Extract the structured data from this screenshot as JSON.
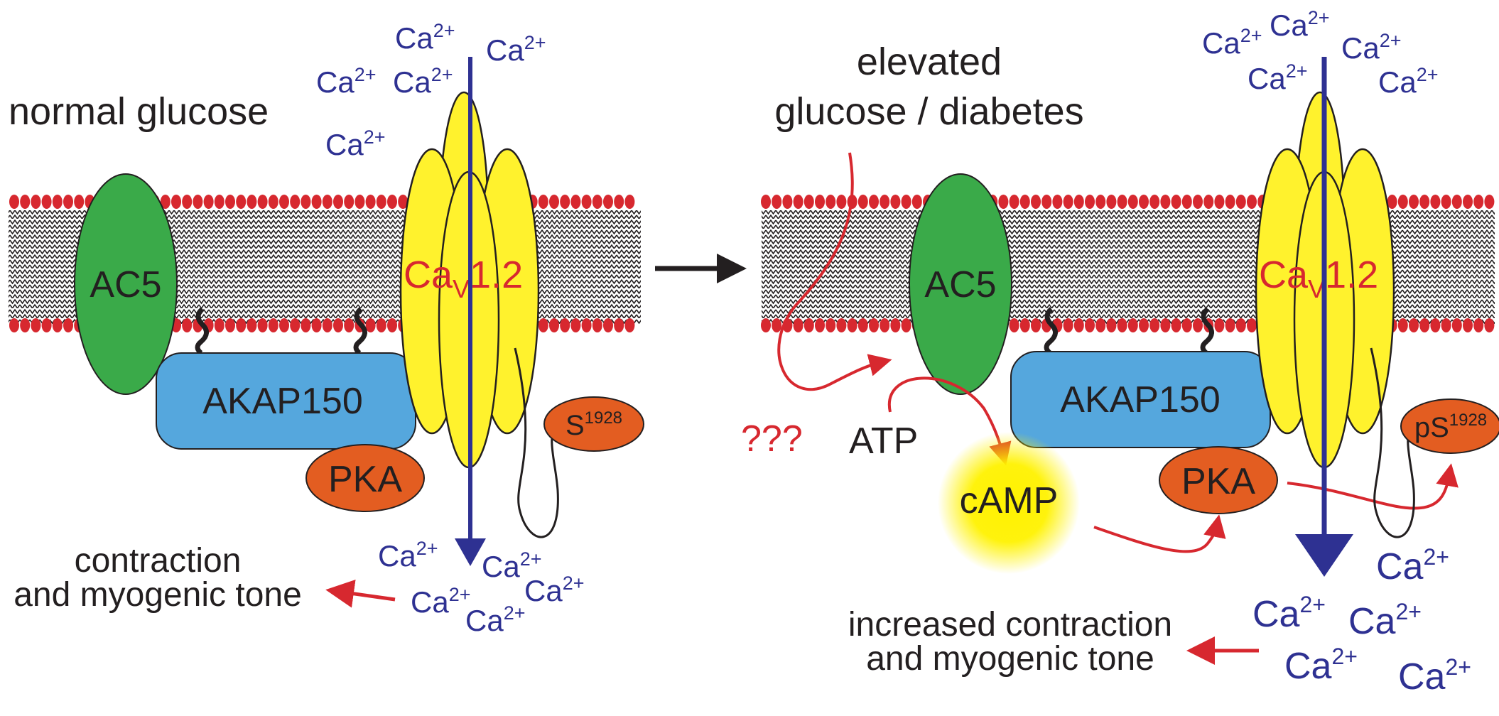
{
  "left_panel": {
    "condition_label": "normal glucose",
    "ac5_label": "AC5",
    "akap_label": "AKAP150",
    "pka_label": "PKA",
    "channel_label_main": "Ca",
    "channel_label_sub": "V",
    "channel_label_tail": "1.2",
    "site_label": "S",
    "site_sup": "1928",
    "outcome_line1": "contraction",
    "outcome_line2": "and myogenic tone"
  },
  "right_panel": {
    "condition_line1": "elevated",
    "condition_line2": "glucose / diabetes",
    "unknown_label": "???",
    "atp_label": "ATP",
    "camp_label": "cAMP",
    "ac5_label": "AC5",
    "akap_label": "AKAP150",
    "pka_label": "PKA",
    "channel_label_main": "Ca",
    "channel_label_sub": "V",
    "channel_label_tail": "1.2",
    "site_label": "pS",
    "site_sup": "1928",
    "outcome_line1": "increased contraction",
    "outcome_line2": "and myogenic tone"
  },
  "ion": {
    "base": "Ca",
    "charge": "2+"
  },
  "colors": {
    "membrane_head": "#d7282f",
    "channel": "#fff22d",
    "ac5": "#3aaa49",
    "akap": "#55a7dd",
    "pka": "#e35d21",
    "calcium": "#2e3192",
    "arrow_red": "#d7282f",
    "camp_glow": "#fff200"
  }
}
